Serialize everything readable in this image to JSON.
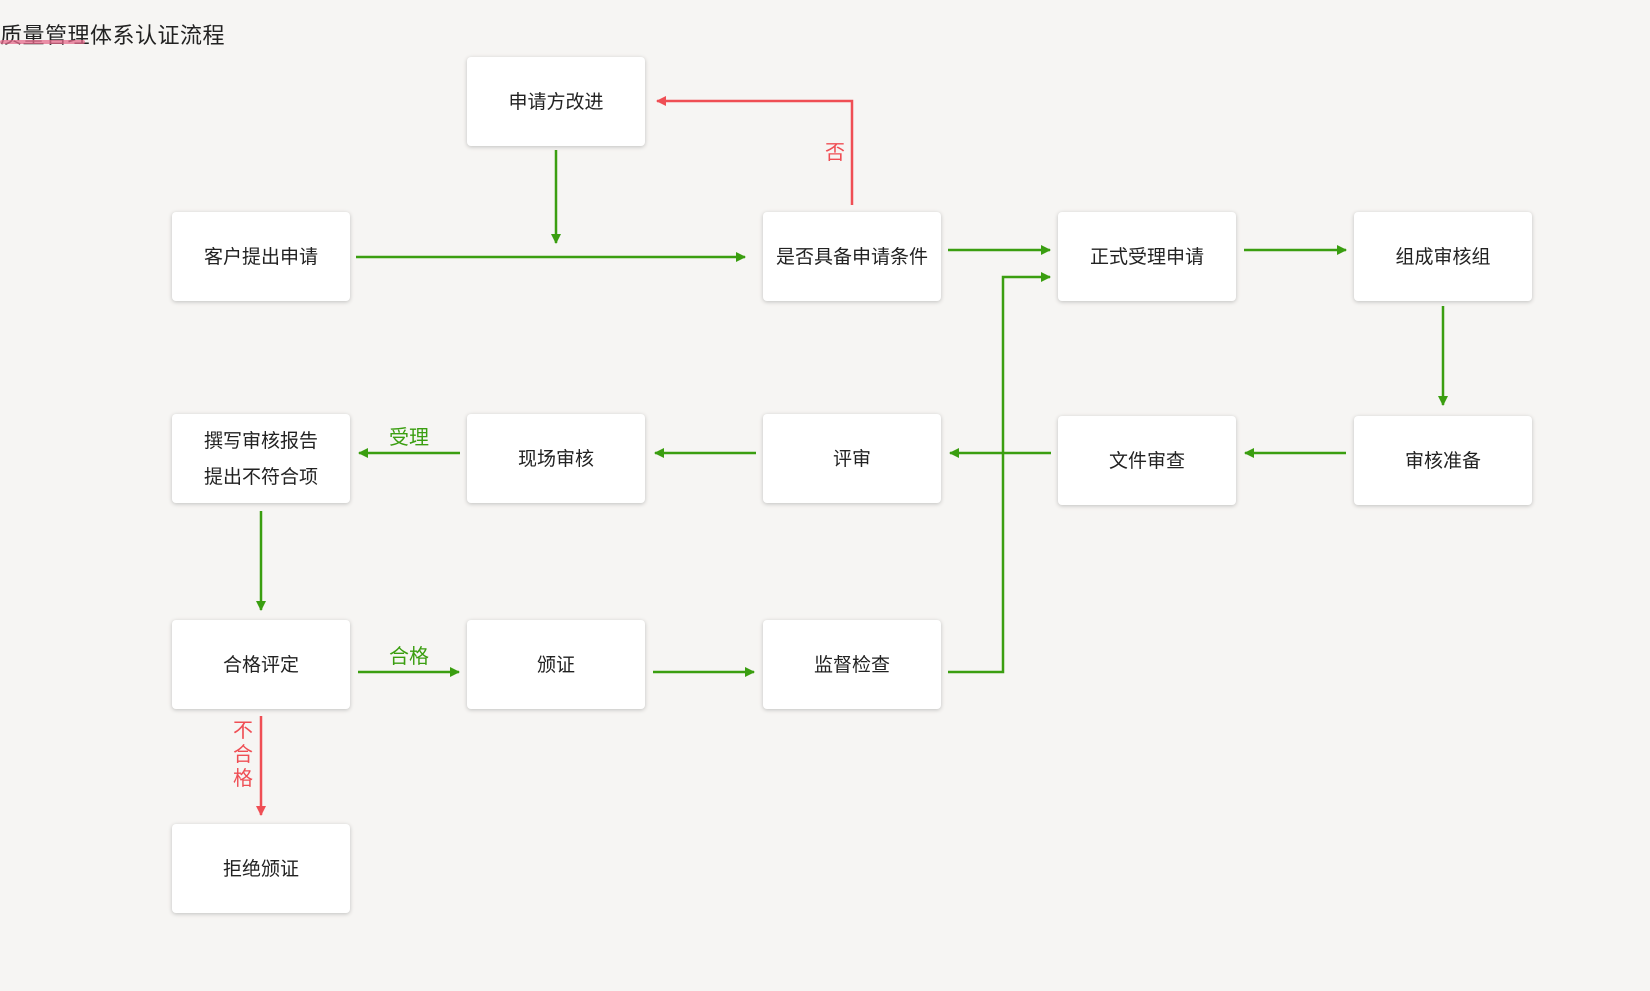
{
  "title": "质量管理体系认证流程",
  "colors": {
    "green": "#3a9e10",
    "red": "#ef4e54",
    "background": "#f6f5f3",
    "node": "#ffffff"
  },
  "nodes": {
    "improve": "申请方改进",
    "apply": "客户提出申请",
    "check_conditions": "是否具备申请条件",
    "accept": "正式受理申请",
    "form_team": "组成审核组",
    "prepare": "审核准备",
    "doc_review": "文件审查",
    "review": "评审",
    "onsite": "现场审核",
    "report_line1": "撰写审核报告",
    "report_line2": "提出不符合项",
    "evaluate": "合格评定",
    "certify": "颁证",
    "supervise": "监督检查",
    "reject": "拒绝颁证"
  },
  "edge_labels": {
    "no": "否",
    "accepted": "受理",
    "qualified": "合格",
    "unqualified": "不合格"
  }
}
